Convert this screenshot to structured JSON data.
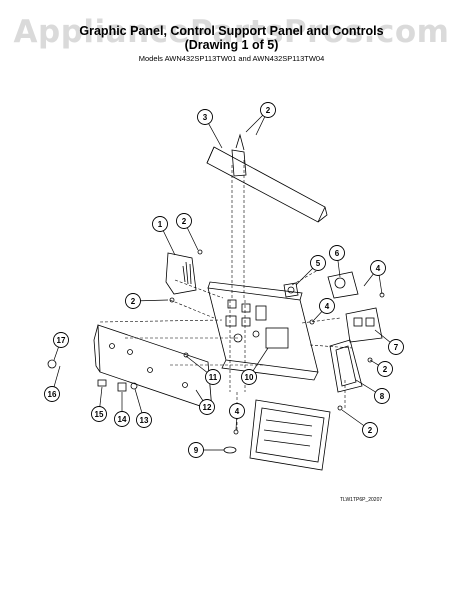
{
  "watermark": "AppliancePartsPros.com",
  "title_line1": "Graphic Panel, Control Support Panel and Controls",
  "title_line2": "(Drawing 1 of 5)",
  "models": "Models AWN432SP113TW01 and AWN432SP113TW04",
  "drawing_ref": "TLW1TP6P_20207",
  "colors": {
    "line": "#000000",
    "background": "#ffffff",
    "watermark": "#969696"
  },
  "callouts": [
    {
      "id": "c-3",
      "label": "3"
    },
    {
      "id": "c-2a",
      "label": "2"
    },
    {
      "id": "c-1",
      "label": "1"
    },
    {
      "id": "c-2b",
      "label": "2"
    },
    {
      "id": "c-2c",
      "label": "2"
    },
    {
      "id": "c-5",
      "label": "5"
    },
    {
      "id": "c-6",
      "label": "6"
    },
    {
      "id": "c-4a",
      "label": "4"
    },
    {
      "id": "c-4b",
      "label": "4"
    },
    {
      "id": "c-7",
      "label": "7"
    },
    {
      "id": "c-17",
      "label": "17"
    },
    {
      "id": "c-11",
      "label": "11"
    },
    {
      "id": "c-10",
      "label": "10"
    },
    {
      "id": "c-2d",
      "label": "2"
    },
    {
      "id": "c-8",
      "label": "8"
    },
    {
      "id": "c-16",
      "label": "16"
    },
    {
      "id": "c-15",
      "label": "15"
    },
    {
      "id": "c-14",
      "label": "14"
    },
    {
      "id": "c-13",
      "label": "13"
    },
    {
      "id": "c-12",
      "label": "12"
    },
    {
      "id": "c-2e",
      "label": "2"
    },
    {
      "id": "c-4c",
      "label": "4"
    },
    {
      "id": "c-9",
      "label": "9"
    }
  ]
}
